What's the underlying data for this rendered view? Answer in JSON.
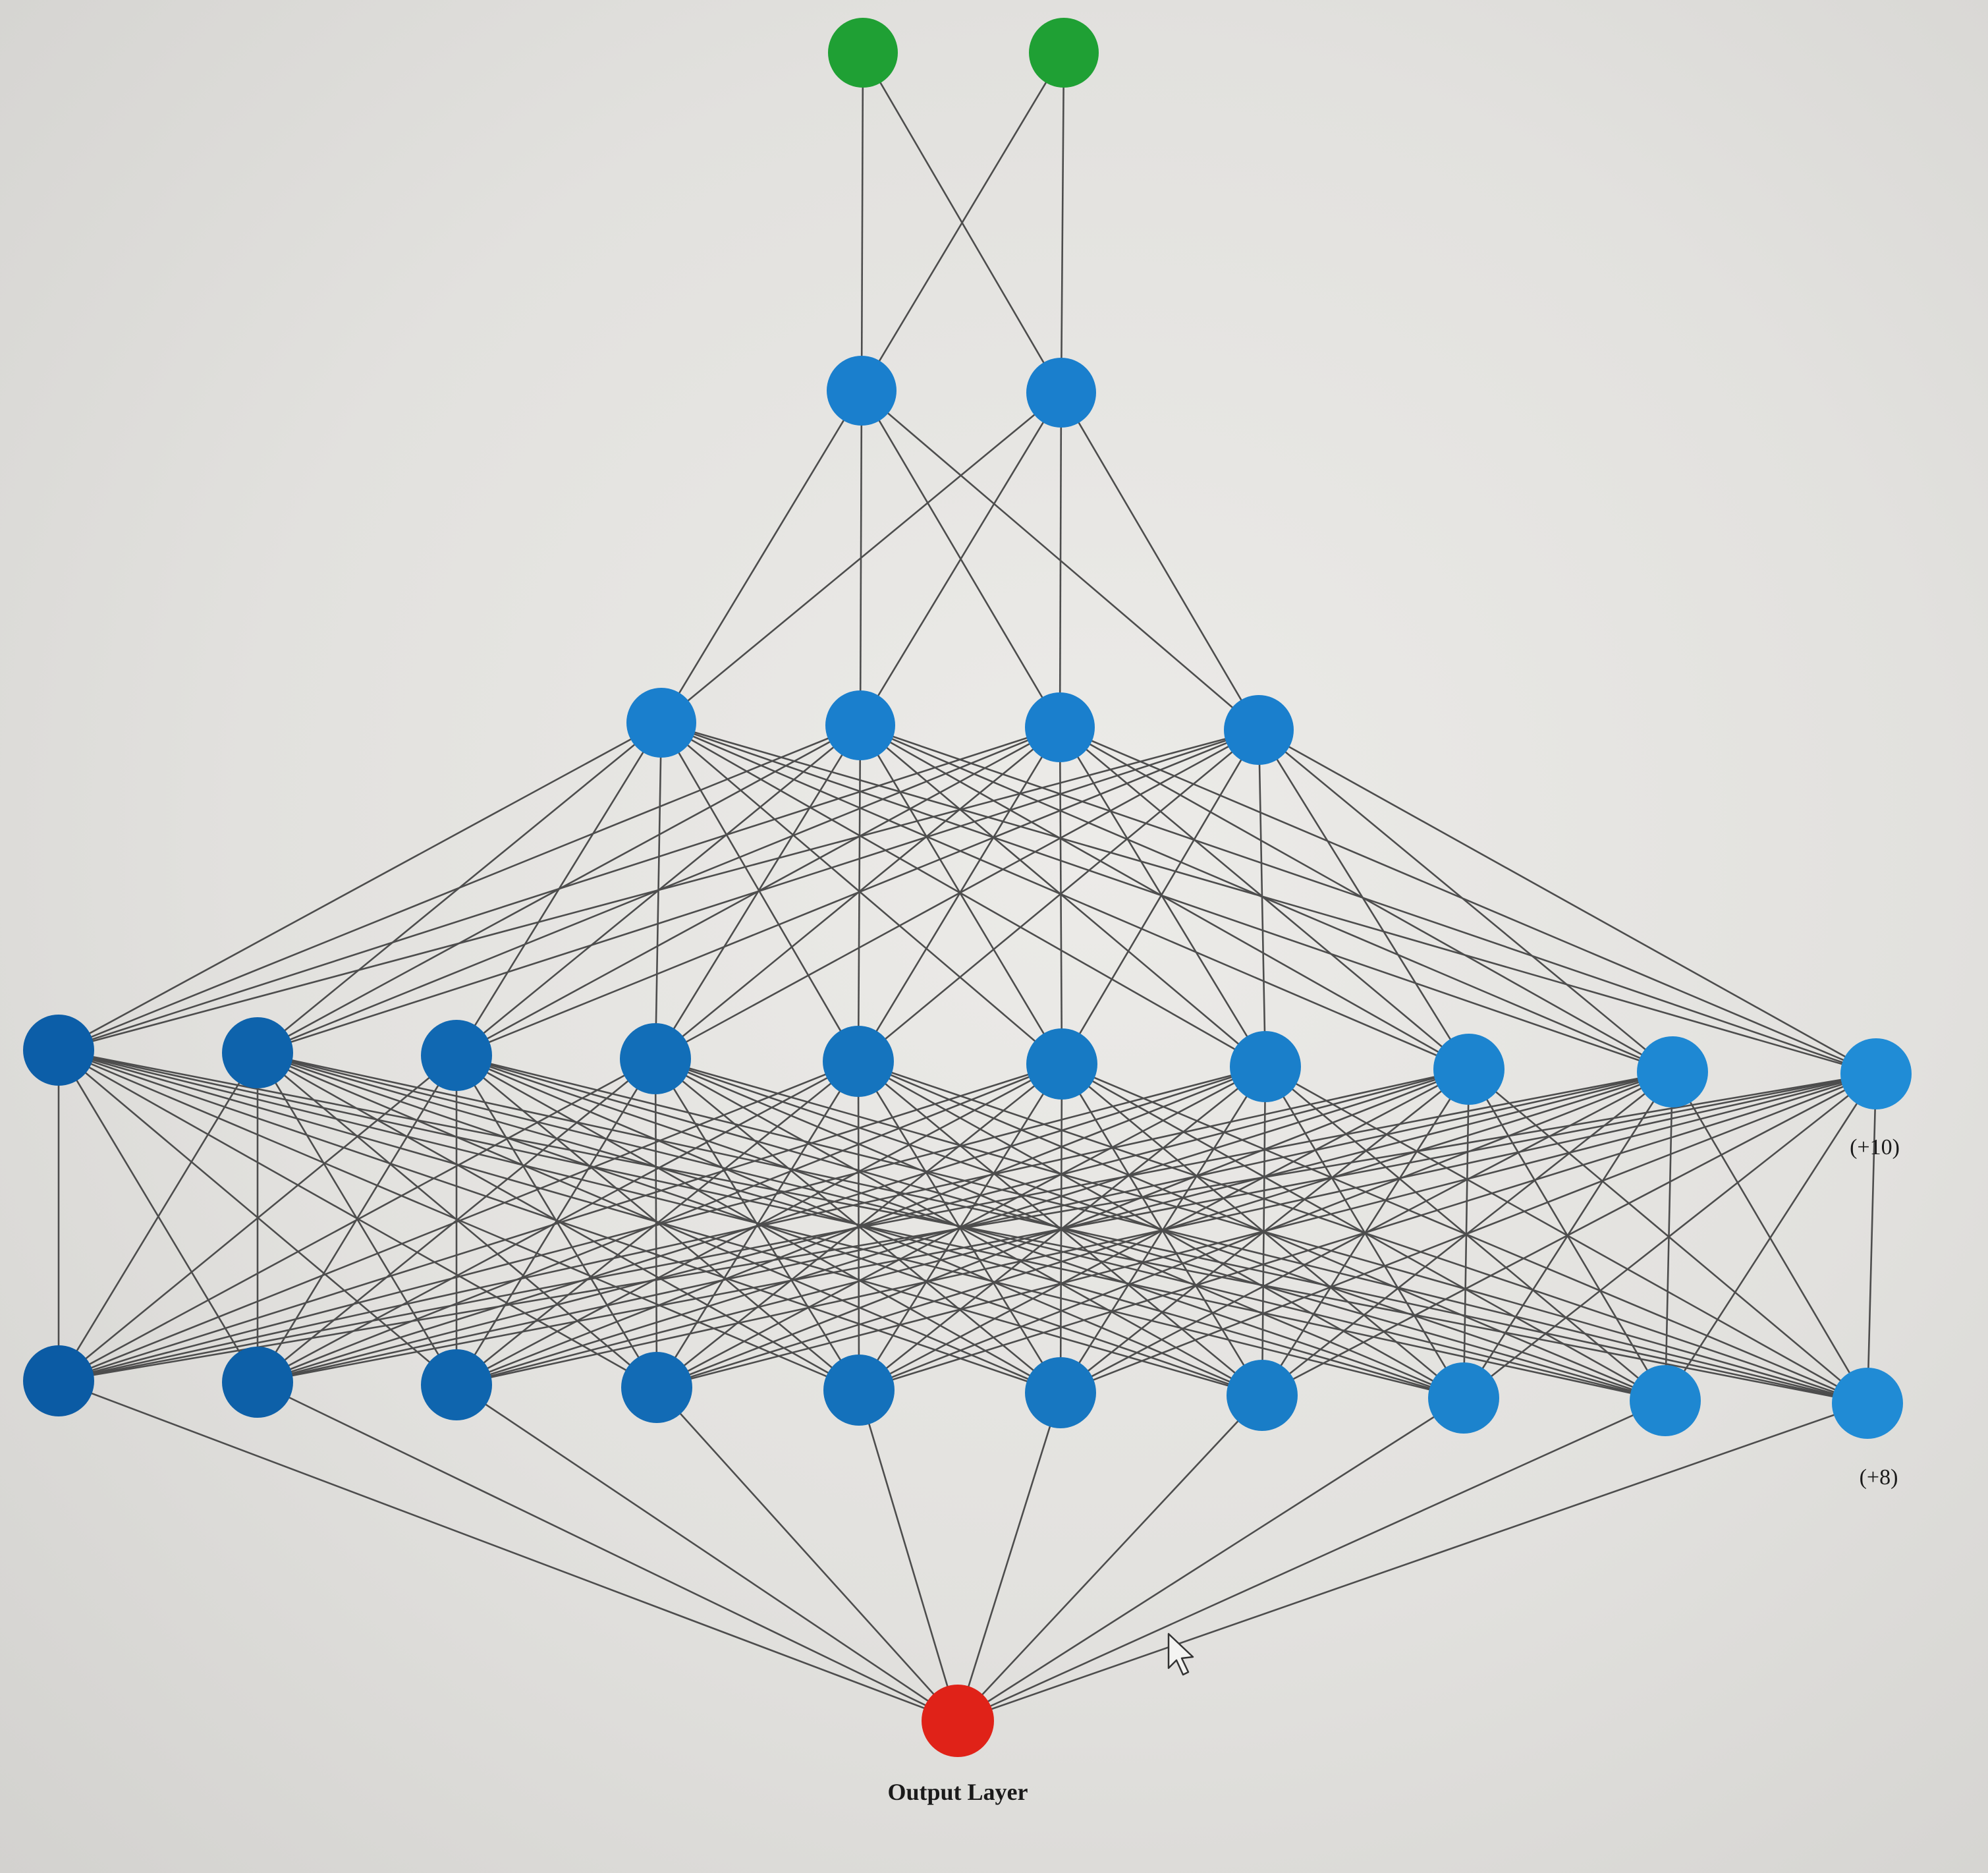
{
  "diagram": {
    "type": "neural-network",
    "colors": {
      "edge": "#4d4d4d",
      "input_node": "#1fa034",
      "hidden_node": "#1a7fcd",
      "output_node": "#e02218"
    },
    "layers": [
      {
        "name": "input",
        "neurons": 2,
        "color": "#1fa034"
      },
      {
        "name": "hidden-1",
        "neurons": 2,
        "color": "#1a7fcd"
      },
      {
        "name": "hidden-2",
        "neurons": 4,
        "color": "#1a7fcd"
      },
      {
        "name": "hidden-3",
        "neurons": 10,
        "color": "#1a7fcd",
        "more_label": "(+10)"
      },
      {
        "name": "hidden-4",
        "neurons": 10,
        "color": "#1a7fcd",
        "more_label": "(+8)"
      },
      {
        "name": "output",
        "neurons": 1,
        "color": "#e02218",
        "label": "Output Layer"
      }
    ]
  }
}
